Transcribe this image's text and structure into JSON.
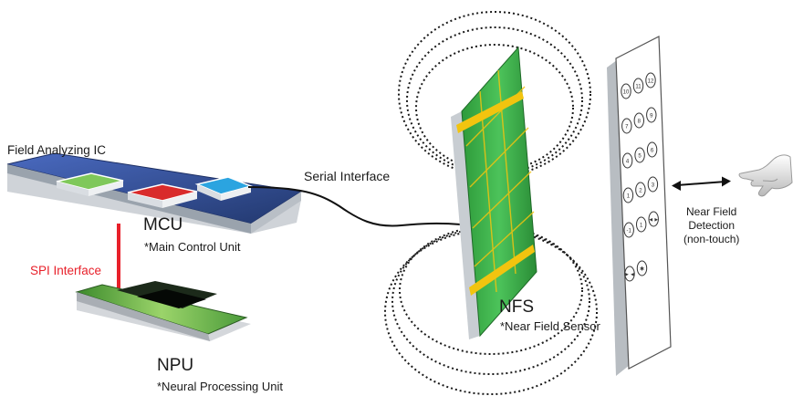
{
  "labels": {
    "field_ic": "Field Analyzing IC",
    "mcu": "MCU",
    "mcu_sub": "*Main Control Unit",
    "spi": "SPI Interface",
    "npu": "NPU",
    "npu_sub": "*Neural Processing Unit",
    "serial": "Serial Interface",
    "nfs": "NFS",
    "nfs_sub": "*Near Field Sensor",
    "detection_line1": "Near Field",
    "detection_line2": "Detection",
    "detection_line3": "(non-touch)"
  },
  "keypad": {
    "buttons": [
      "10",
      "11",
      "12",
      "7",
      "8",
      "9",
      "4",
      "5",
      "6",
      "1",
      "2",
      "3",
      "-1",
      "1",
      "◄►",
      "►◄",
      "✱",
      "⍾"
    ]
  },
  "colors": {
    "spi_line": "#e8202a",
    "pcb_green": "#3fb24a",
    "gold_trace": "#f2c40f",
    "chip_blue": "#2f4fa0",
    "chip_red": "#d92b2b",
    "chip_cyan": "#2ba4e0"
  }
}
